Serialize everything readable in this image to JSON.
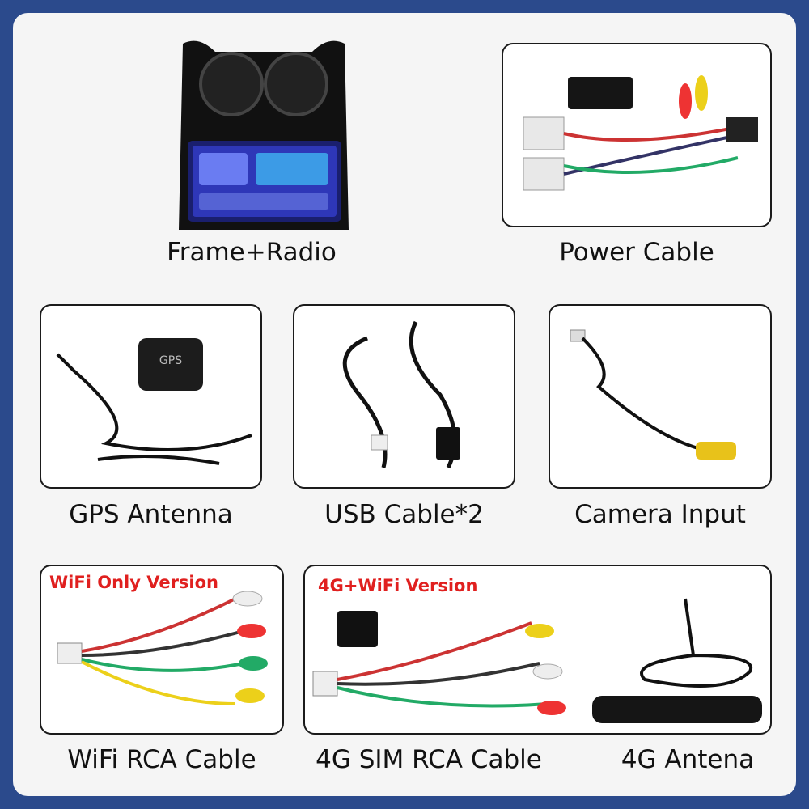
{
  "captions": {
    "frame_radio": "Frame+Radio",
    "power_cable": "Power Cable",
    "gps_antenna": "GPS Antenna",
    "usb_cable": "USB Cable*2",
    "camera_input": "Camera Input",
    "wifi_rca": "WiFi RCA Cable",
    "sim_rca": "4G SIM RCA Cable",
    "lte_antenna": "4G Antena"
  },
  "tags": {
    "wifi_only": "WiFi Only Version",
    "lte_wifi": "4G+WiFi Version"
  },
  "labels": {
    "gps_module": "GPS"
  },
  "colors": {
    "background": "#2b4a8c",
    "tag_red": "#e0201f"
  }
}
